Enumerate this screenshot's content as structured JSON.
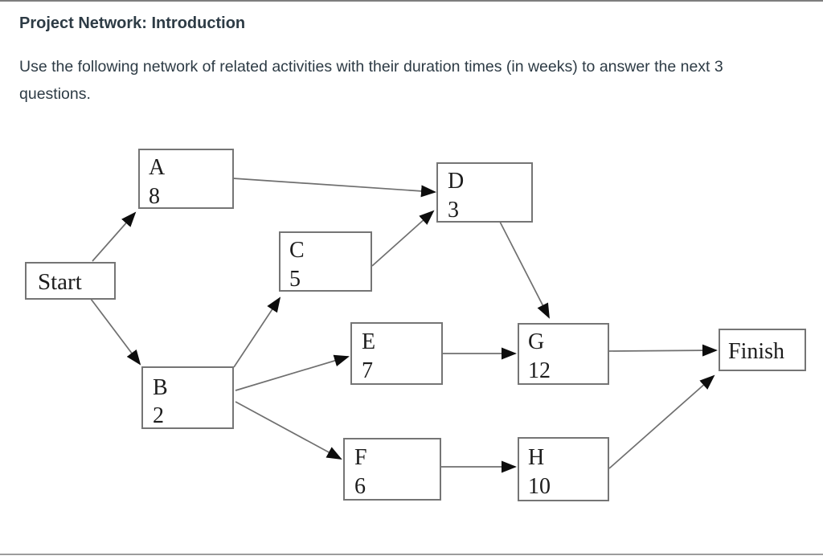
{
  "header": {
    "title": "Project Network: Introduction",
    "intro": "Use the following network of related activities with their duration times (in weeks) to answer the next 3 questions."
  },
  "colors": {
    "text": "#2d3b45",
    "box_border": "#757575",
    "edge_line": "#6f6f6f",
    "arrowhead": "#0d0d0d",
    "divider_top": "#7e7e7e",
    "divider_bottom": "#9c9c9c"
  },
  "diagram": {
    "type": "project-network",
    "duration_unit": "weeks",
    "nodes": {
      "start": {
        "label": "Start"
      },
      "a": {
        "label": "A",
        "duration": "8"
      },
      "b": {
        "label": "B",
        "duration": "2"
      },
      "c": {
        "label": "C",
        "duration": "5"
      },
      "d": {
        "label": "D",
        "duration": "3"
      },
      "e": {
        "label": "E",
        "duration": "7"
      },
      "f": {
        "label": "F",
        "duration": "6"
      },
      "g": {
        "label": "G",
        "duration": "12"
      },
      "h": {
        "label": "H",
        "duration": "10"
      },
      "finish": {
        "label": "Finish"
      }
    },
    "edges": [
      {
        "from": "Start",
        "to": "A"
      },
      {
        "from": "Start",
        "to": "B"
      },
      {
        "from": "A",
        "to": "D"
      },
      {
        "from": "B",
        "to": "C"
      },
      {
        "from": "B",
        "to": "E"
      },
      {
        "from": "B",
        "to": "F"
      },
      {
        "from": "C",
        "to": "D"
      },
      {
        "from": "D",
        "to": "G"
      },
      {
        "from": "E",
        "to": "G"
      },
      {
        "from": "F",
        "to": "H"
      },
      {
        "from": "G",
        "to": "Finish"
      },
      {
        "from": "H",
        "to": "Finish"
      }
    ]
  }
}
